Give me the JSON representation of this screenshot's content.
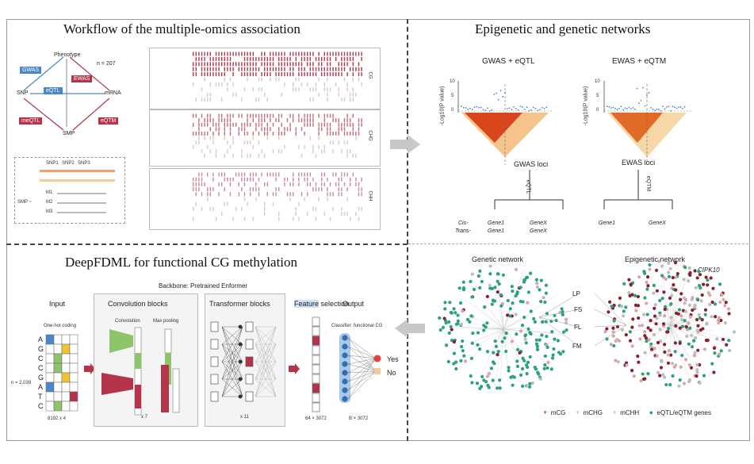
{
  "panels": {
    "workflow": {
      "title": "Workflow of the multiple-omics association",
      "phenotype": "Phenotype",
      "n_label": "n = 207",
      "gwas": "GWAS",
      "ewas": "EWAS",
      "eqtl": "eQTL",
      "snp": "SNP",
      "mrna": "mRNA",
      "meqtl": "meQTL",
      "eqtm": "eQTM",
      "smp": "SMP",
      "snp_table_header": [
        "SNP1",
        "SNP2",
        "SNP3"
      ],
      "snp_arrow_label": "SMP ~",
      "snp_rows": [
        "M1",
        "M2",
        "M3"
      ],
      "context_labels": [
        "CG",
        "CHG",
        "CHH"
      ]
    },
    "networks": {
      "title": "Epigenetic and genetic networks",
      "gwas_eqtl": "GWAS + eQTL",
      "ewas_eqtm": "EWAS + eQTM",
      "ylabel": "-Log10(P value)",
      "yticks": [
        "10",
        "5",
        "0"
      ],
      "gwas_loci": "GWAS loci",
      "ewas_loci": "EWAS loci",
      "eqtl_vert": "eQTL",
      "eqtm_vert": "eQTM",
      "cis": "Cis-",
      "trans": "Trans-",
      "gene1": "Gene1",
      "genex": "GeneX",
      "genetic_network": "Genetic network",
      "epigenetic_network": "Epigenetic network",
      "cipk10": "CIPK10",
      "traits": [
        "LP",
        "FS",
        "FL",
        "FM"
      ],
      "legend": [
        {
          "symbol": "+",
          "label": "mCG",
          "color": "#8a1f2f"
        },
        {
          "symbol": "+",
          "label": "mCHG",
          "color": "#d9a6a6"
        },
        {
          "symbol": "+",
          "label": "mCHH",
          "color": "#c9c9c9"
        },
        {
          "symbol": "●",
          "label": "eQTL/eQTM genes",
          "color": "#2aa37a"
        }
      ]
    },
    "deepfdml": {
      "title": "DeepFDML for functional CG methylation",
      "backbone": "Backbone: Pretrained Enformer",
      "input": "Input",
      "onehot": "One-hot coding",
      "sequence": [
        "A",
        "G",
        "C",
        "C",
        "G",
        "A",
        "T",
        "C"
      ],
      "n_label": "n = 2,039",
      "input_size": "8192 x 4",
      "conv_blocks": "Convolution blocks",
      "convolution": "Convolution",
      "maxpooling": "Max pooling",
      "x7": "x 7",
      "transformer_blocks": "Transformer blocks",
      "x11": "x 11",
      "feature_selection_hl": "Feature",
      "feature_selection_rest": " selection",
      "output": "Output",
      "classifier": "Classifier: functional CG",
      "feature_size": "64 × 3072",
      "out_size": "B × 3072",
      "yes": "Yes",
      "no": "No"
    }
  },
  "colors": {
    "red": "#b5344a",
    "blue": "#4a86c8",
    "green": "#2aa37a",
    "yellow": "#f1c232",
    "arrow": "#c8c8c8"
  }
}
